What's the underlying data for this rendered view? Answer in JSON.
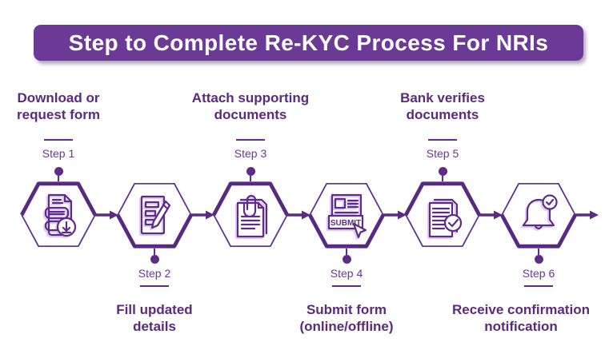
{
  "banner": {
    "title": "Step to Complete Re-KYC Process For NRIs"
  },
  "steps": [
    {
      "label": "Step 1",
      "title": "Download or request form",
      "position": "top"
    },
    {
      "label": "Step 2",
      "title": "Fill updated details",
      "position": "bottom"
    },
    {
      "label": "Step 3",
      "title": "Attach supporting documents",
      "position": "top"
    },
    {
      "label": "Step 4",
      "title": "Submit form (online/offline)",
      "position": "bottom"
    },
    {
      "label": "Step 5",
      "title": "Bank verifies documents",
      "position": "top"
    },
    {
      "label": "Step 6",
      "title": "Receive confirmation notification",
      "position": "bottom"
    }
  ],
  "icons": {
    "submit_button_label": "SUBMIT"
  },
  "colors": {
    "banner_background": "#6b3a97",
    "banner_text": "#ffffff",
    "heading_text": "#5b2a7e",
    "step_label_text": "#6a3596",
    "outline": "#5e2c87",
    "thick_outline": "#562a80",
    "light_accent": "#ddccee"
  }
}
